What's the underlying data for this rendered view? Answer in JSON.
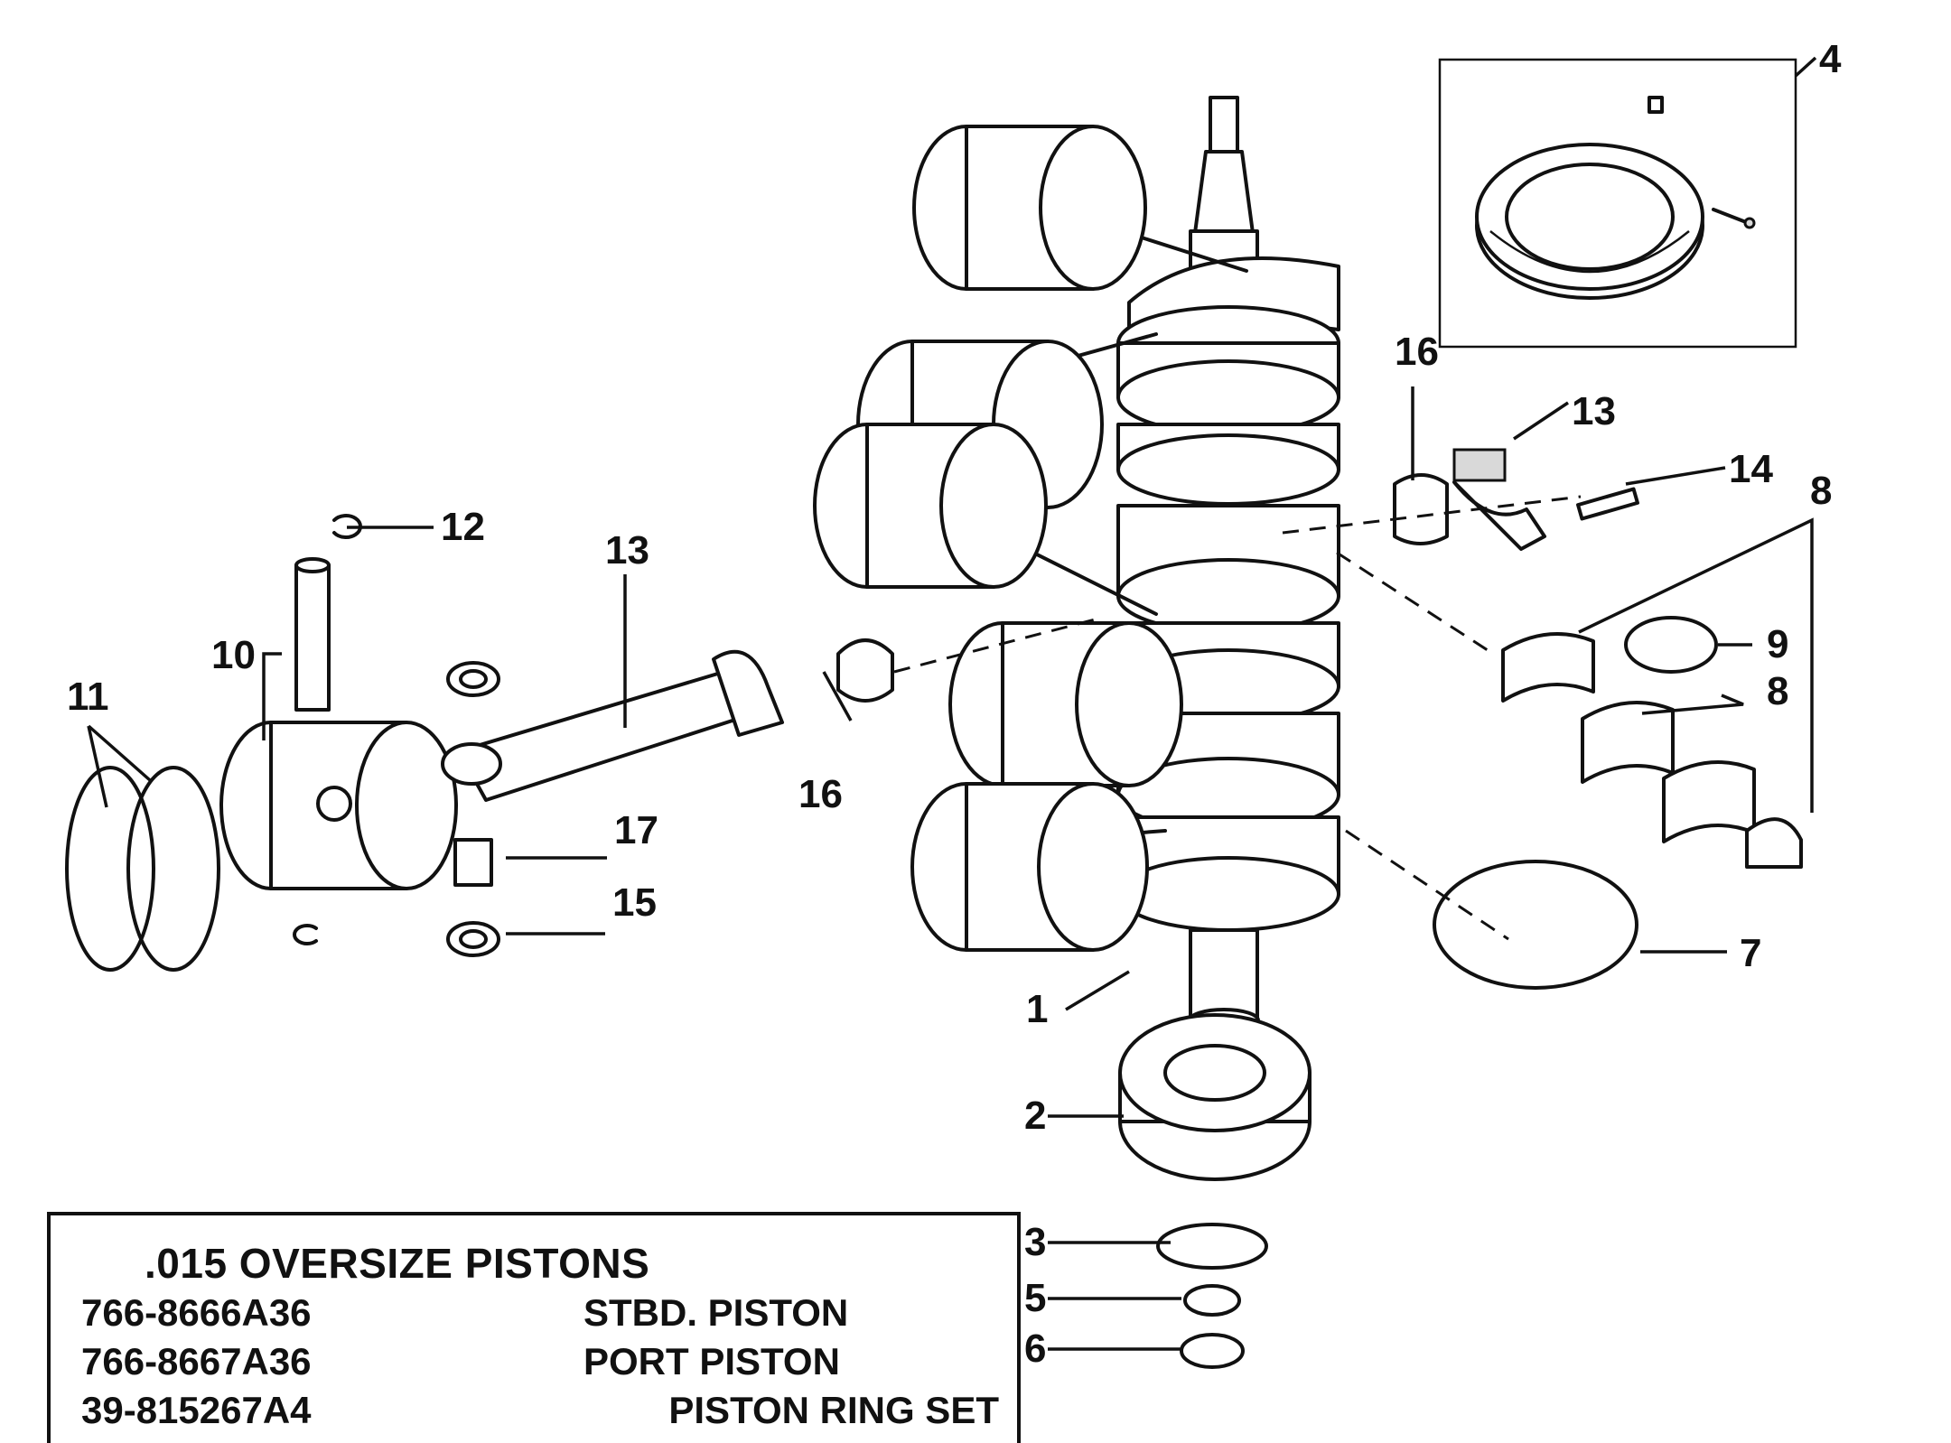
{
  "callouts": [
    {
      "id": "c1",
      "label": "1"
    },
    {
      "id": "c2",
      "label": "2"
    },
    {
      "id": "c3",
      "label": "3"
    },
    {
      "id": "c4",
      "label": "4"
    },
    {
      "id": "c5",
      "label": "5"
    },
    {
      "id": "c6",
      "label": "6"
    },
    {
      "id": "c7",
      "label": "7"
    },
    {
      "id": "c8a",
      "label": "8"
    },
    {
      "id": "c8b",
      "label": "8"
    },
    {
      "id": "c9",
      "label": "9"
    },
    {
      "id": "c10",
      "label": "10"
    },
    {
      "id": "c11",
      "label": "11"
    },
    {
      "id": "c12",
      "label": "12"
    },
    {
      "id": "c13a",
      "label": "13"
    },
    {
      "id": "c13b",
      "label": "13"
    },
    {
      "id": "c14",
      "label": "14"
    },
    {
      "id": "c15",
      "label": "15"
    },
    {
      "id": "c16a",
      "label": "16"
    },
    {
      "id": "c16b",
      "label": "16"
    },
    {
      "id": "c17",
      "label": "17"
    }
  ],
  "table": {
    "title": ".015 OVERSIZE PISTONS",
    "rows": [
      {
        "part_number": "766-8666A36",
        "description": "STBD. PISTON"
      },
      {
        "part_number": "766-8667A36",
        "description": "PORT PISTON"
      },
      {
        "part_number": "39-815267A4",
        "description": "PISTON RING SET"
      }
    ]
  }
}
